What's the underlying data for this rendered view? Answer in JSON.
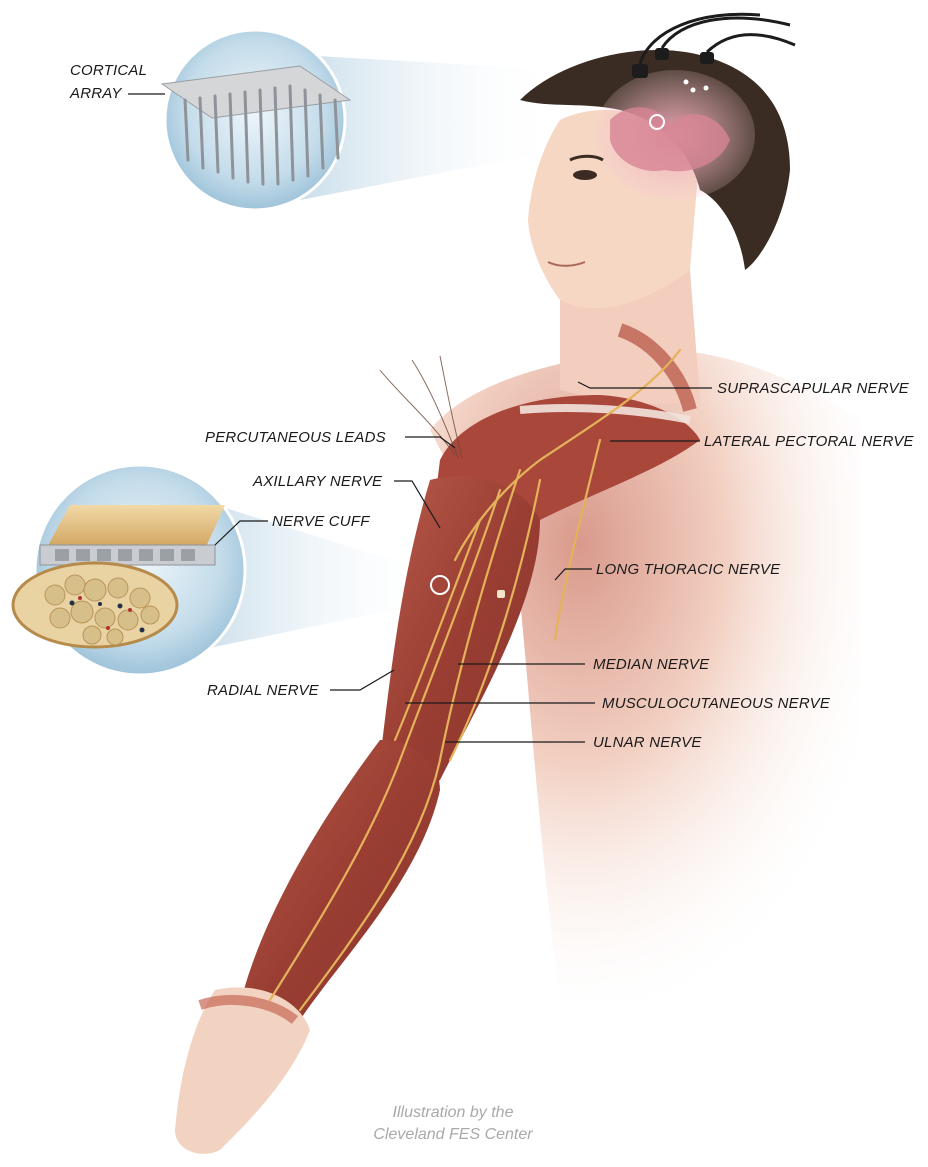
{
  "labels": {
    "cortical_array_line1": "CORTICAL",
    "cortical_array_line2": "ARRAY",
    "suprascapular_nerve": "SUPRASCAPULAR NERVE",
    "percutaneous_leads": "PERCUTANEOUS LEADS",
    "lateral_pectoral_nerve": "LATERAL PECTORAL NERVE",
    "axillary_nerve": "AXILLARY NERVE",
    "nerve_cuff": "NERVE CUFF",
    "long_thoracic_nerve": "LONG THORACIC NERVE",
    "median_nerve": "MEDIAN NERVE",
    "radial_nerve": "RADIAL NERVE",
    "musculocutaneous_nerve": "MUSCULOCUTANEOUS NERVE",
    "ulnar_nerve": "ULNAR NERVE"
  },
  "credit": {
    "line1": "Illustration by the",
    "line2": "Cleveland FES Center"
  },
  "colors": {
    "muscle": "#a8463a",
    "muscle_dark": "#7d2a22",
    "nerve": "#e3b25a",
    "skin": "#f6d7c4",
    "brain": "#d98a9a",
    "hair": "#3a2c23",
    "inset_blue": "#b8d6e8"
  }
}
